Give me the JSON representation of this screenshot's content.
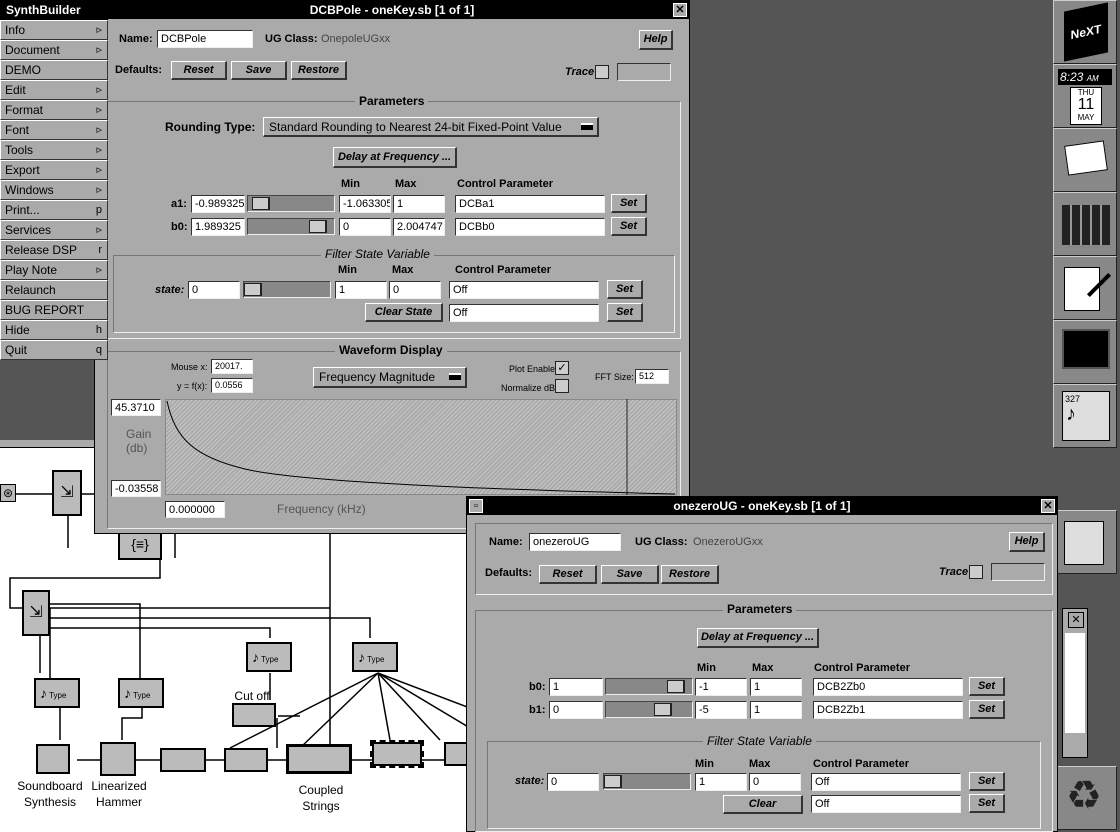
{
  "menu": {
    "title": "SynthBuilder",
    "items": [
      {
        "label": "Info",
        "key": "▹"
      },
      {
        "label": "Document",
        "key": "▹"
      },
      {
        "label": "DEMO",
        "key": ""
      },
      {
        "label": "Edit",
        "key": "▹"
      },
      {
        "label": "Format",
        "key": "▹"
      },
      {
        "label": "Font",
        "key": "▹"
      },
      {
        "label": "Tools",
        "key": "▹"
      },
      {
        "label": "Export",
        "key": "▹"
      },
      {
        "label": "Windows",
        "key": "▹"
      },
      {
        "label": "Print...",
        "key": "p"
      },
      {
        "label": "Services",
        "key": "▹"
      },
      {
        "label": "Release DSP",
        "key": "r"
      },
      {
        "label": "Play Note",
        "key": "▹"
      },
      {
        "label": "Relaunch",
        "key": ""
      },
      {
        "label": "BUG REPORT",
        "key": ""
      },
      {
        "label": "Hide",
        "key": "h"
      },
      {
        "label": "Quit",
        "key": "q"
      }
    ]
  },
  "w1": {
    "title": "DCBPole - oneKey.sb [1 of 1]",
    "close": "✕",
    "name_label": "Name:",
    "name_value": "DCBPole",
    "ugclass_label": "UG Class:",
    "ugclass_value": "OnepoleUGxx",
    "help": "Help",
    "defaults_label": "Defaults:",
    "reset": "Reset",
    "save": "Save",
    "restore": "Restore",
    "trace": "Trace",
    "params_title": "Parameters",
    "rounding_label": "Rounding Type:",
    "rounding_value": "Standard Rounding to Nearest 24-bit Fixed-Point Value",
    "delay_btn": "Delay at Frequency ...",
    "h_min": "Min",
    "h_max": "Max",
    "h_cp": "Control Parameter",
    "rows": [
      {
        "label": "a1:",
        "value": "-0.989325",
        "min": "-1.063305",
        "max": "1",
        "cp": "DCBa1",
        "set": "Set",
        "pos": 0.06
      },
      {
        "label": "b0:",
        "value": "1.989325",
        "min": "0",
        "max": "2.004747",
        "cp": "DCBb0",
        "set": "Set",
        "pos": 0.92
      }
    ],
    "fsv_title": "Filter State Variable",
    "state_label": "state:",
    "state_value": "0",
    "state_min": "1",
    "state_max": "0",
    "state_cp": "Off",
    "state_set": "Set",
    "state_pos": 0.06,
    "clear_btn": "Clear State",
    "clear_cp": "Off",
    "clear_set": "Set",
    "wave_title": "Waveform Display",
    "mousex_label": "Mouse x:",
    "mousex_value": "20017.",
    "yfx_label": "y = f(x):",
    "yfx_value": "0.0556",
    "freq_popup": "Frequency Magnitude",
    "plot_enable": "Plot Enable",
    "normalize": "Normalize dB:",
    "fft_label": "FFT Size:",
    "fft_value": "512",
    "ytop": "45.3710",
    "ybot": "-0.03558",
    "gain_label": "Gain",
    "gain_unit": "(db)",
    "xstart": "0.000000",
    "xlabel": "Frequency (kHz)"
  },
  "w2": {
    "title": "onezeroUG - oneKey.sb [1 of 1]",
    "close": "✕",
    "name_label": "Name:",
    "name_value": "onezeroUG",
    "ugclass_label": "UG Class:",
    "ugclass_value": "OnezeroUGxx",
    "help": "Help",
    "defaults_label": "Defaults:",
    "reset": "Reset",
    "save": "Save",
    "restore": "Restore",
    "trace": "Trace",
    "params_title": "Parameters",
    "delay_btn": "Delay at Frequency ...",
    "h_min": "Min",
    "h_max": "Max",
    "h_cp": "Control Parameter",
    "rows": [
      {
        "label": "b0:",
        "value": "1",
        "min": "-1",
        "max": "1",
        "cp": "DCB2Zb0",
        "set": "Set",
        "pos": 0.92
      },
      {
        "label": "b1:",
        "value": "0",
        "min": "-5",
        "max": "1",
        "cp": "DCB2Zb1",
        "set": "Set",
        "pos": 0.72
      }
    ],
    "fsv_title": "Filter State Variable",
    "state_label": "state:",
    "state_value": "0",
    "state_min": "1",
    "state_max": "0",
    "state_cp": "Off",
    "state_set": "Set",
    "state_pos": 0.06,
    "clear_btn": "Clear",
    "clear_cp": "Off",
    "clear_set": "Set"
  },
  "dock": {
    "clock_time": "8:23",
    "clock_ampm": "AM",
    "cal_day": "THU",
    "cal_date": "11",
    "cal_month": "MAY",
    "cal_day2": "327"
  },
  "patch": {
    "soundboard": "Soundboard\nSynthesis",
    "hammer": "Linearized\nHammer",
    "strings": "Coupled\nStrings",
    "cutoff": "Cut off",
    "type": "Type"
  },
  "small_close": "✕"
}
